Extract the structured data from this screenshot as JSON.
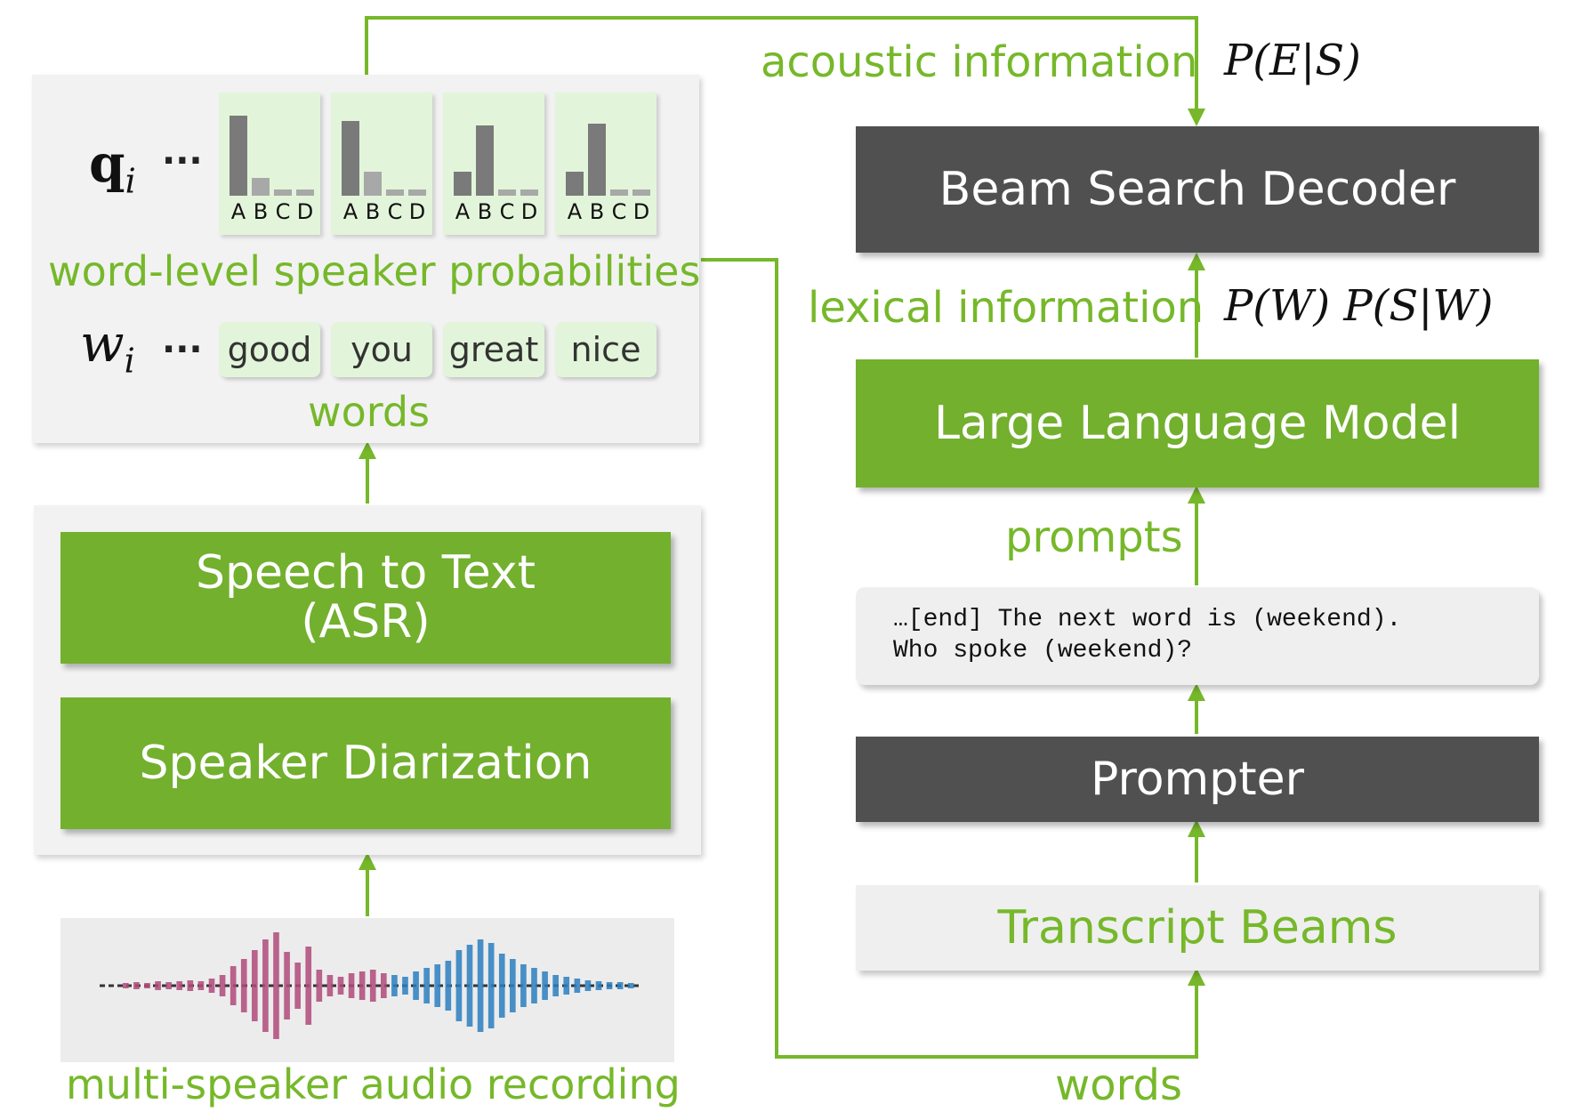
{
  "left": {
    "speaker_prob_label": "word-level speaker probabilities",
    "q_symbol": "q",
    "q_sub": "i",
    "w_symbol": "w",
    "w_sub": "i",
    "ellipsis": "···",
    "words_label": "words",
    "prob_groups": [
      {
        "letters": "ABCD",
        "probs": [
          0.8,
          0.18,
          0.06,
          0.06
        ]
      },
      {
        "letters": "ABCD",
        "probs": [
          0.75,
          0.24,
          0.06,
          0.06
        ]
      },
      {
        "letters": "ABCD",
        "probs": [
          0.24,
          0.7,
          0.06,
          0.06
        ]
      },
      {
        "letters": "ABCD",
        "probs": [
          0.24,
          0.72,
          0.06,
          0.06
        ]
      }
    ],
    "words": [
      "good",
      "you",
      "great",
      "nice"
    ],
    "asr_line1": "Speech to Text",
    "asr_line2": "(ASR)",
    "diarization": "Speaker Diarization",
    "audio_label": "multi-speaker audio recording"
  },
  "right": {
    "acoustic_label": "acoustic information",
    "acoustic_formula": "P(E|S)",
    "beam_search": "Beam Search Decoder",
    "lexical_label": "lexical information",
    "lexical_formula": "P(W) P(S|W)",
    "llm": "Large Language Model",
    "prompts_label": "prompts",
    "prompt_line1": "…[end] The next word is (weekend).",
    "prompt_line2": "Who spoke (weekend)?",
    "prompter": "Prompter",
    "transcript_beams": "Transcript Beams",
    "words_label": "words"
  },
  "colors": {
    "green": "#72b02e",
    "green_text": "#76b82a",
    "dark": "#505050",
    "light_green": "#e2f5da",
    "speaker_a": "#b04a7a",
    "speaker_b": "#2a7fc0"
  }
}
